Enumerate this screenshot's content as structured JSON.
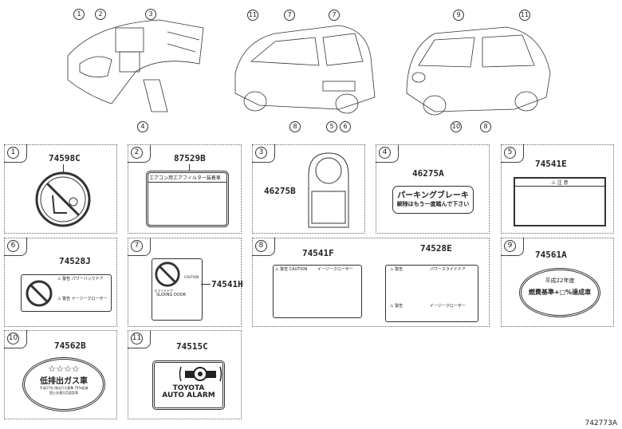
{
  "callouts": {
    "dash": [
      "1",
      "2",
      "3",
      "4"
    ],
    "car_front": [
      "11",
      "7",
      "7",
      "8",
      "5",
      "6"
    ],
    "car_rear": [
      "9",
      "11",
      "10",
      "8"
    ]
  },
  "panels": [
    {
      "num": "1",
      "parts": [
        "74598C"
      ]
    },
    {
      "num": "2",
      "parts": [
        "87529B"
      ],
      "label_text": "エアコン用エアフィルター装着車"
    },
    {
      "num": "3",
      "parts": [
        "46275B"
      ]
    },
    {
      "num": "4",
      "parts": [
        "46275A"
      ],
      "label_line1": "パーキングブレーキ",
      "label_line2": "解除はもう一度踏んで下さい"
    },
    {
      "num": "5",
      "parts": [
        "74541E"
      ],
      "label_title": "⚠ 注 意"
    },
    {
      "num": "6",
      "parts": [
        "74528J"
      ],
      "label_row1": "⚠ 警告 パワーバックドア",
      "label_row2": "⚠ 警告 イージークローザー"
    },
    {
      "num": "7",
      "parts": [
        "74541H"
      ],
      "caution": "CAUTION",
      "door_jp": "スライドドア",
      "door_en": "SLIDING DOOR"
    },
    {
      "num": "8",
      "parts": [
        "74541F",
        "74528E"
      ],
      "f_caution": "⚠ 警告 CAUTION",
      "f_title": "イージークローザー",
      "e_row1": "パワースライドドア",
      "e_row2": "イージークローザー",
      "e_warn1": "⚠ 警告",
      "e_warn2": "⚠ 警告"
    },
    {
      "num": "9",
      "parts": [
        "74561A"
      ],
      "line1": "平成22年度",
      "line2": "燃費基準+□%達成車"
    },
    {
      "num": "10",
      "parts": [
        "74562B"
      ],
      "stars": "☆☆☆☆",
      "line1": "低排出ガス車",
      "line2": "平成17年 排出ガス基準 75%低減",
      "line3": "国土交通大臣認定車"
    },
    {
      "num": "11",
      "parts": [
        "74515C"
      ],
      "line1": "TOYOTA",
      "line2": "AUTO ALARM"
    }
  ],
  "footer": "742773A"
}
